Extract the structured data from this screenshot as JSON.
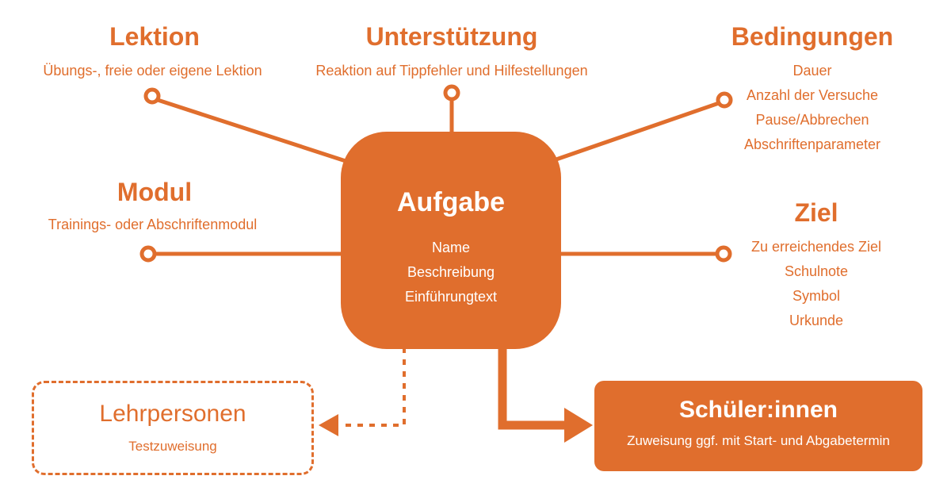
{
  "colors": {
    "accent": "#E06E2D",
    "background": "#FFFFFF",
    "text_on_accent": "#FFFFFF"
  },
  "center": {
    "title": "Aufgabe",
    "items": [
      "Name",
      "Beschreibung",
      "Einführungtext"
    ]
  },
  "nodes": {
    "lektion": {
      "title": "Lektion",
      "subtitle": "Übungs-, freie oder eigene Lektion"
    },
    "unterstuetzung": {
      "title": "Unterstützung",
      "subtitle": "Reaktion auf Tippfehler und Hilfestellungen"
    },
    "bedingungen": {
      "title": "Bedingungen",
      "items": [
        "Dauer",
        "Anzahl der Versuche",
        "Pause/Abbrechen",
        "Abschriftenparameter"
      ]
    },
    "modul": {
      "title": "Modul",
      "subtitle": "Trainings- oder Abschriftenmodul"
    },
    "ziel": {
      "title": "Ziel",
      "items": [
        "Zu erreichendes Ziel",
        "Schulnote",
        "Symbol",
        "Urkunde"
      ]
    },
    "lehrpersonen": {
      "title": "Lehrpersonen",
      "subtitle": "Testzuweisung"
    },
    "schuelerinnen": {
      "title": "Schüler:innen",
      "subtitle": "Zuweisung ggf. mit Start- und Abgabetermin"
    }
  }
}
